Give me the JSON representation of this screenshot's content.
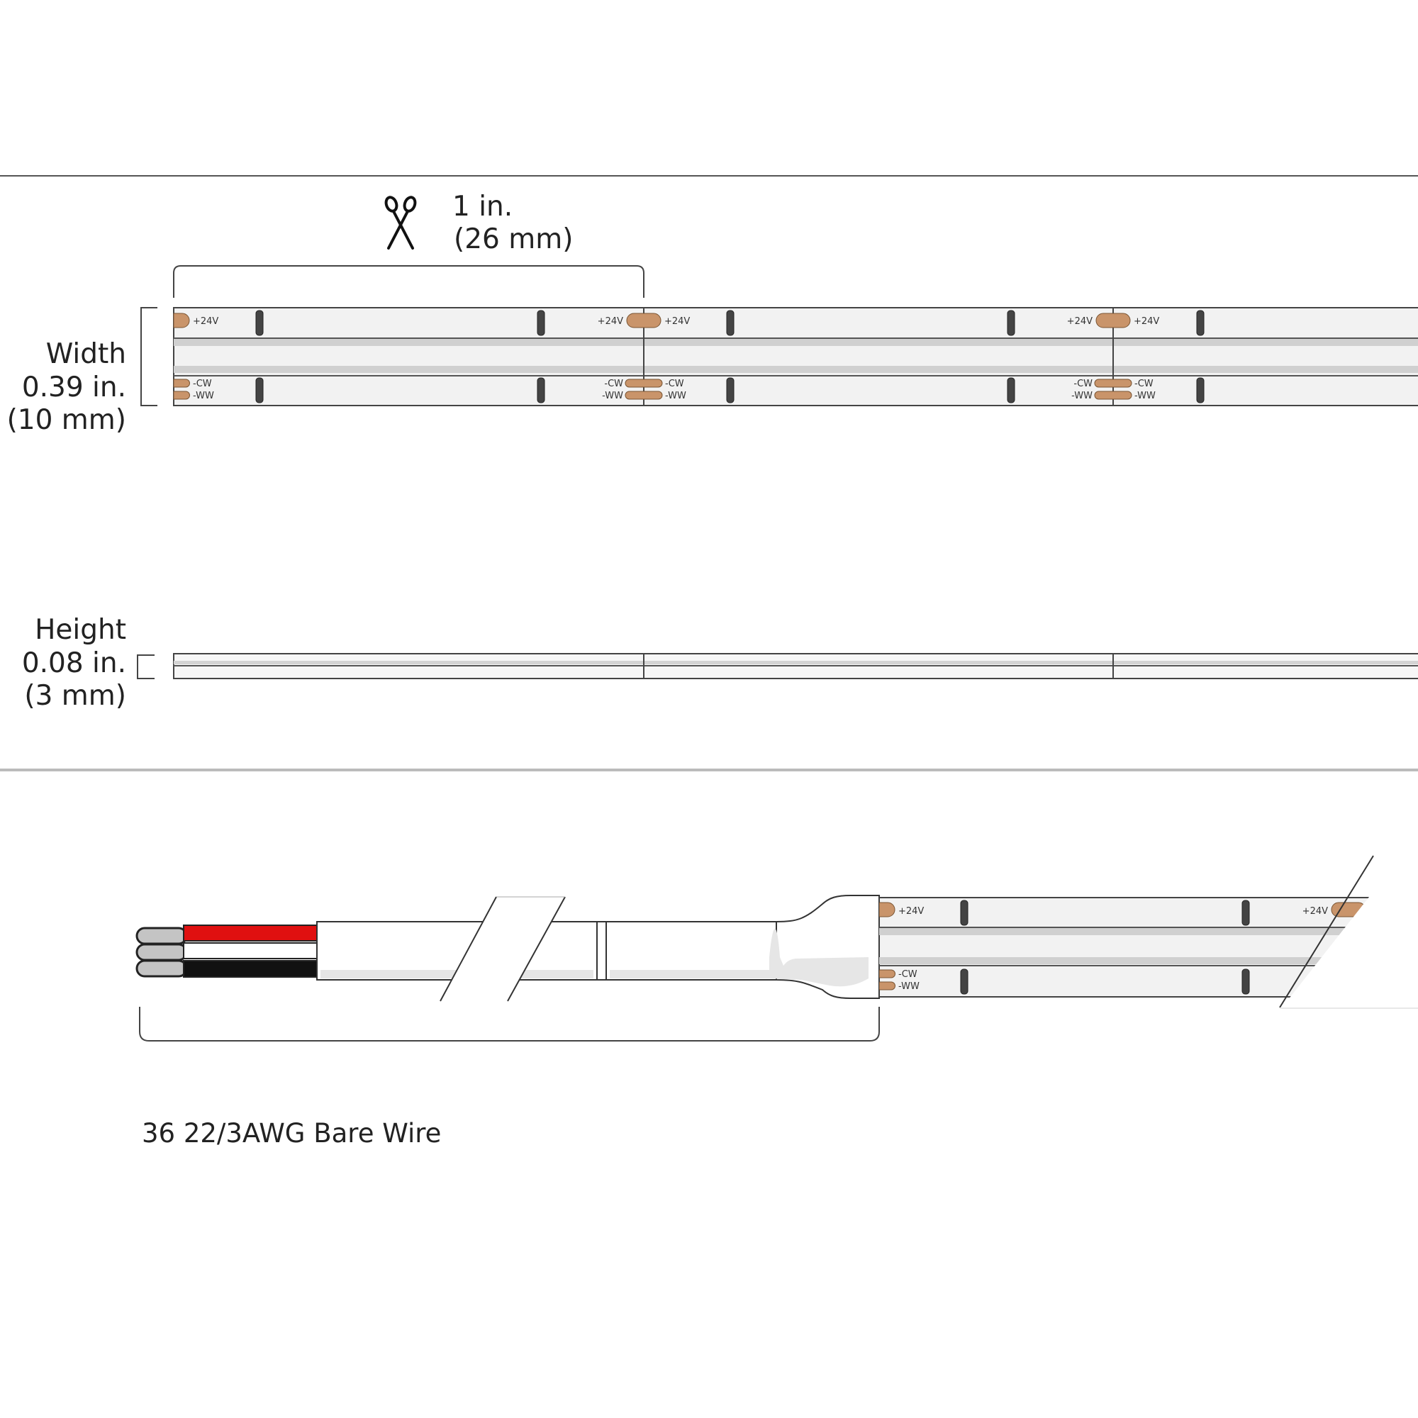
{
  "cut_length": {
    "line1": "1 in.",
    "line2": "(26 mm)"
  },
  "width": {
    "label": "Width",
    "inches": "0.39 in.",
    "mm": "(10 mm)"
  },
  "height": {
    "label": "Height",
    "inches": "0.08 in.",
    "mm": "(3 mm)"
  },
  "pads": {
    "positive": "+24V",
    "cool_white": "-CW",
    "warm_white": "-WW"
  },
  "lead_wire": {
    "label": "36 22/3AWG Bare Wire",
    "wire_colors": [
      "#e01010",
      "#ffffff",
      "#111111"
    ]
  },
  "colors": {
    "strip_fill": "#f2f2f2",
    "center_band": "#d0d0d0",
    "pad": "#c9946a",
    "divider": "#9a9a9a"
  },
  "icons": [
    "scissors-icon"
  ]
}
